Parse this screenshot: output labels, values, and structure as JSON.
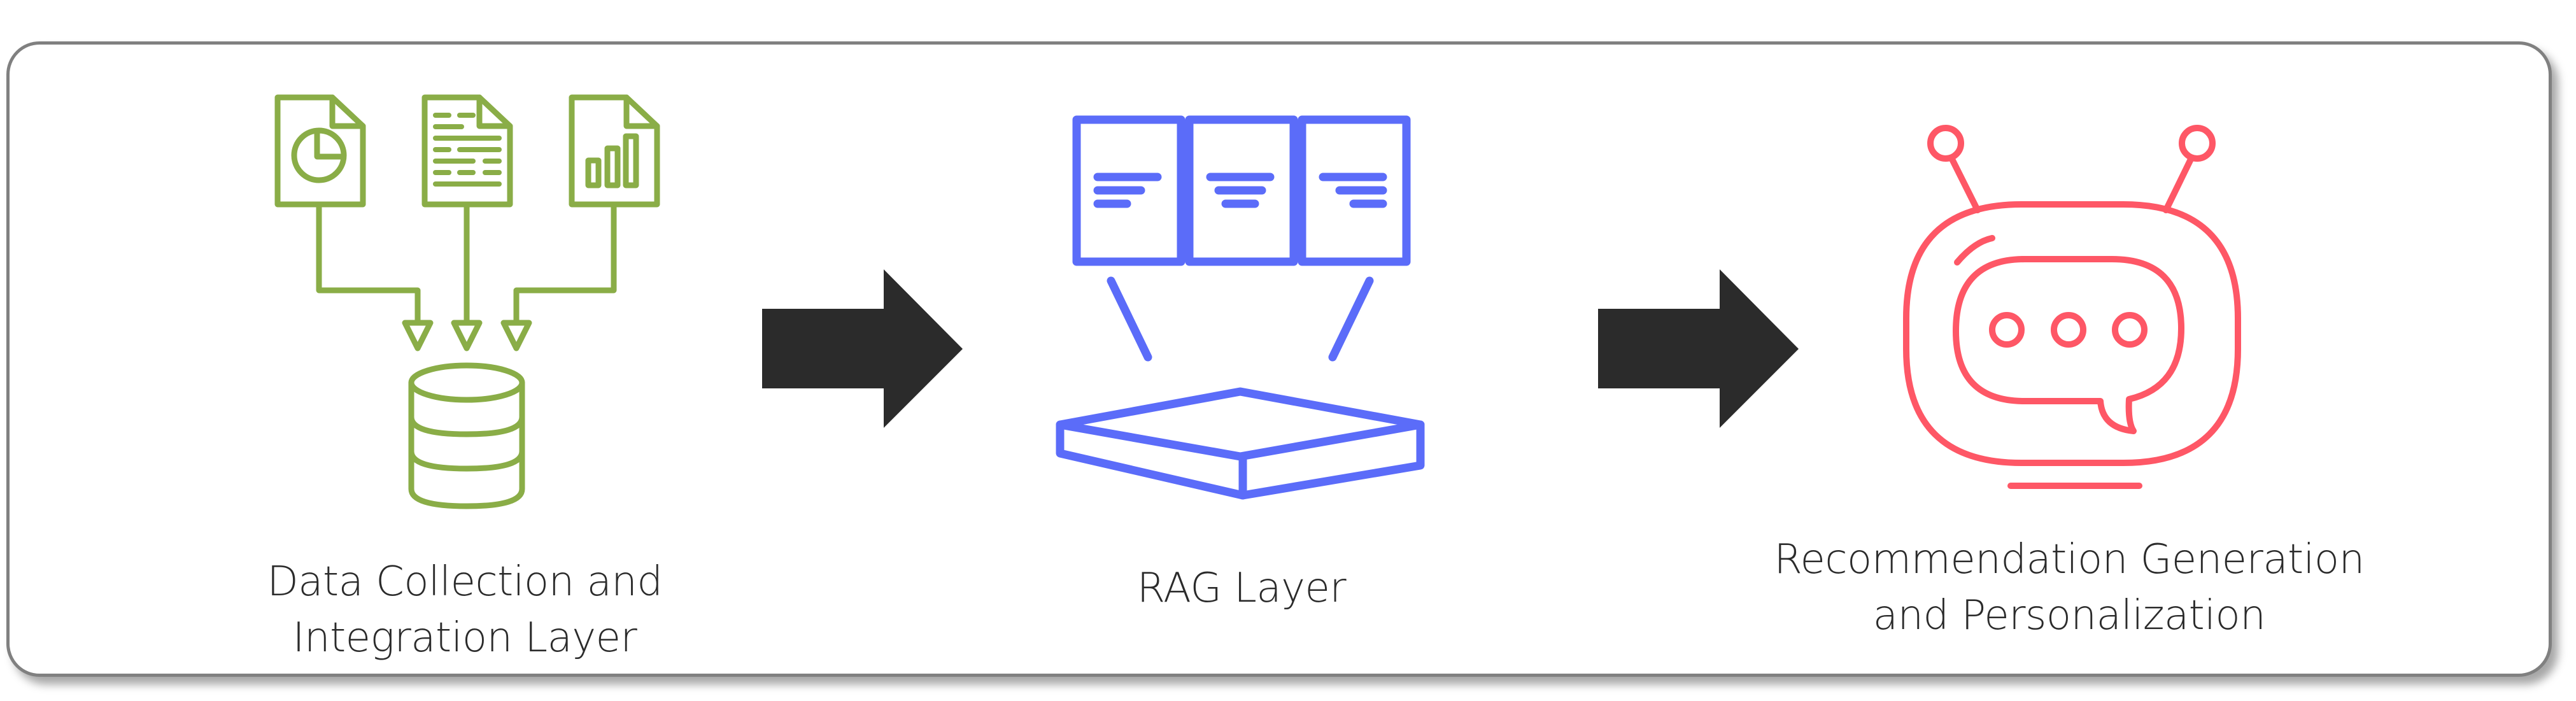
{
  "diagram": {
    "title": "",
    "colors": {
      "data_layer": "#8aad47",
      "rag_layer": "#5b6cf9",
      "recommendation_layer": "#fe5766",
      "arrow": "#2b2b2b",
      "text": "#2b2b2b",
      "frame_border": "#808080"
    },
    "stages": [
      {
        "id": "data-collection",
        "label_lines": [
          "Data Collection and",
          "Integration Layer"
        ],
        "icons": [
          "pie-chart-document-icon",
          "text-document-icon",
          "bar-chart-document-icon",
          "database-icon"
        ]
      },
      {
        "id": "rag",
        "label_lines": [
          "RAG Layer"
        ],
        "icons": [
          "document-page-icon",
          "document-page-icon",
          "document-page-icon",
          "vector-store-slab-icon"
        ]
      },
      {
        "id": "recommendation",
        "label_lines": [
          "Recommendation Generation",
          "and Personalization"
        ],
        "icons": [
          "chatbot-robot-icon"
        ]
      }
    ],
    "connectors": [
      {
        "from": "data-collection",
        "to": "rag",
        "icon": "arrow-right-icon"
      },
      {
        "from": "rag",
        "to": "recommendation",
        "icon": "arrow-right-icon"
      }
    ]
  }
}
